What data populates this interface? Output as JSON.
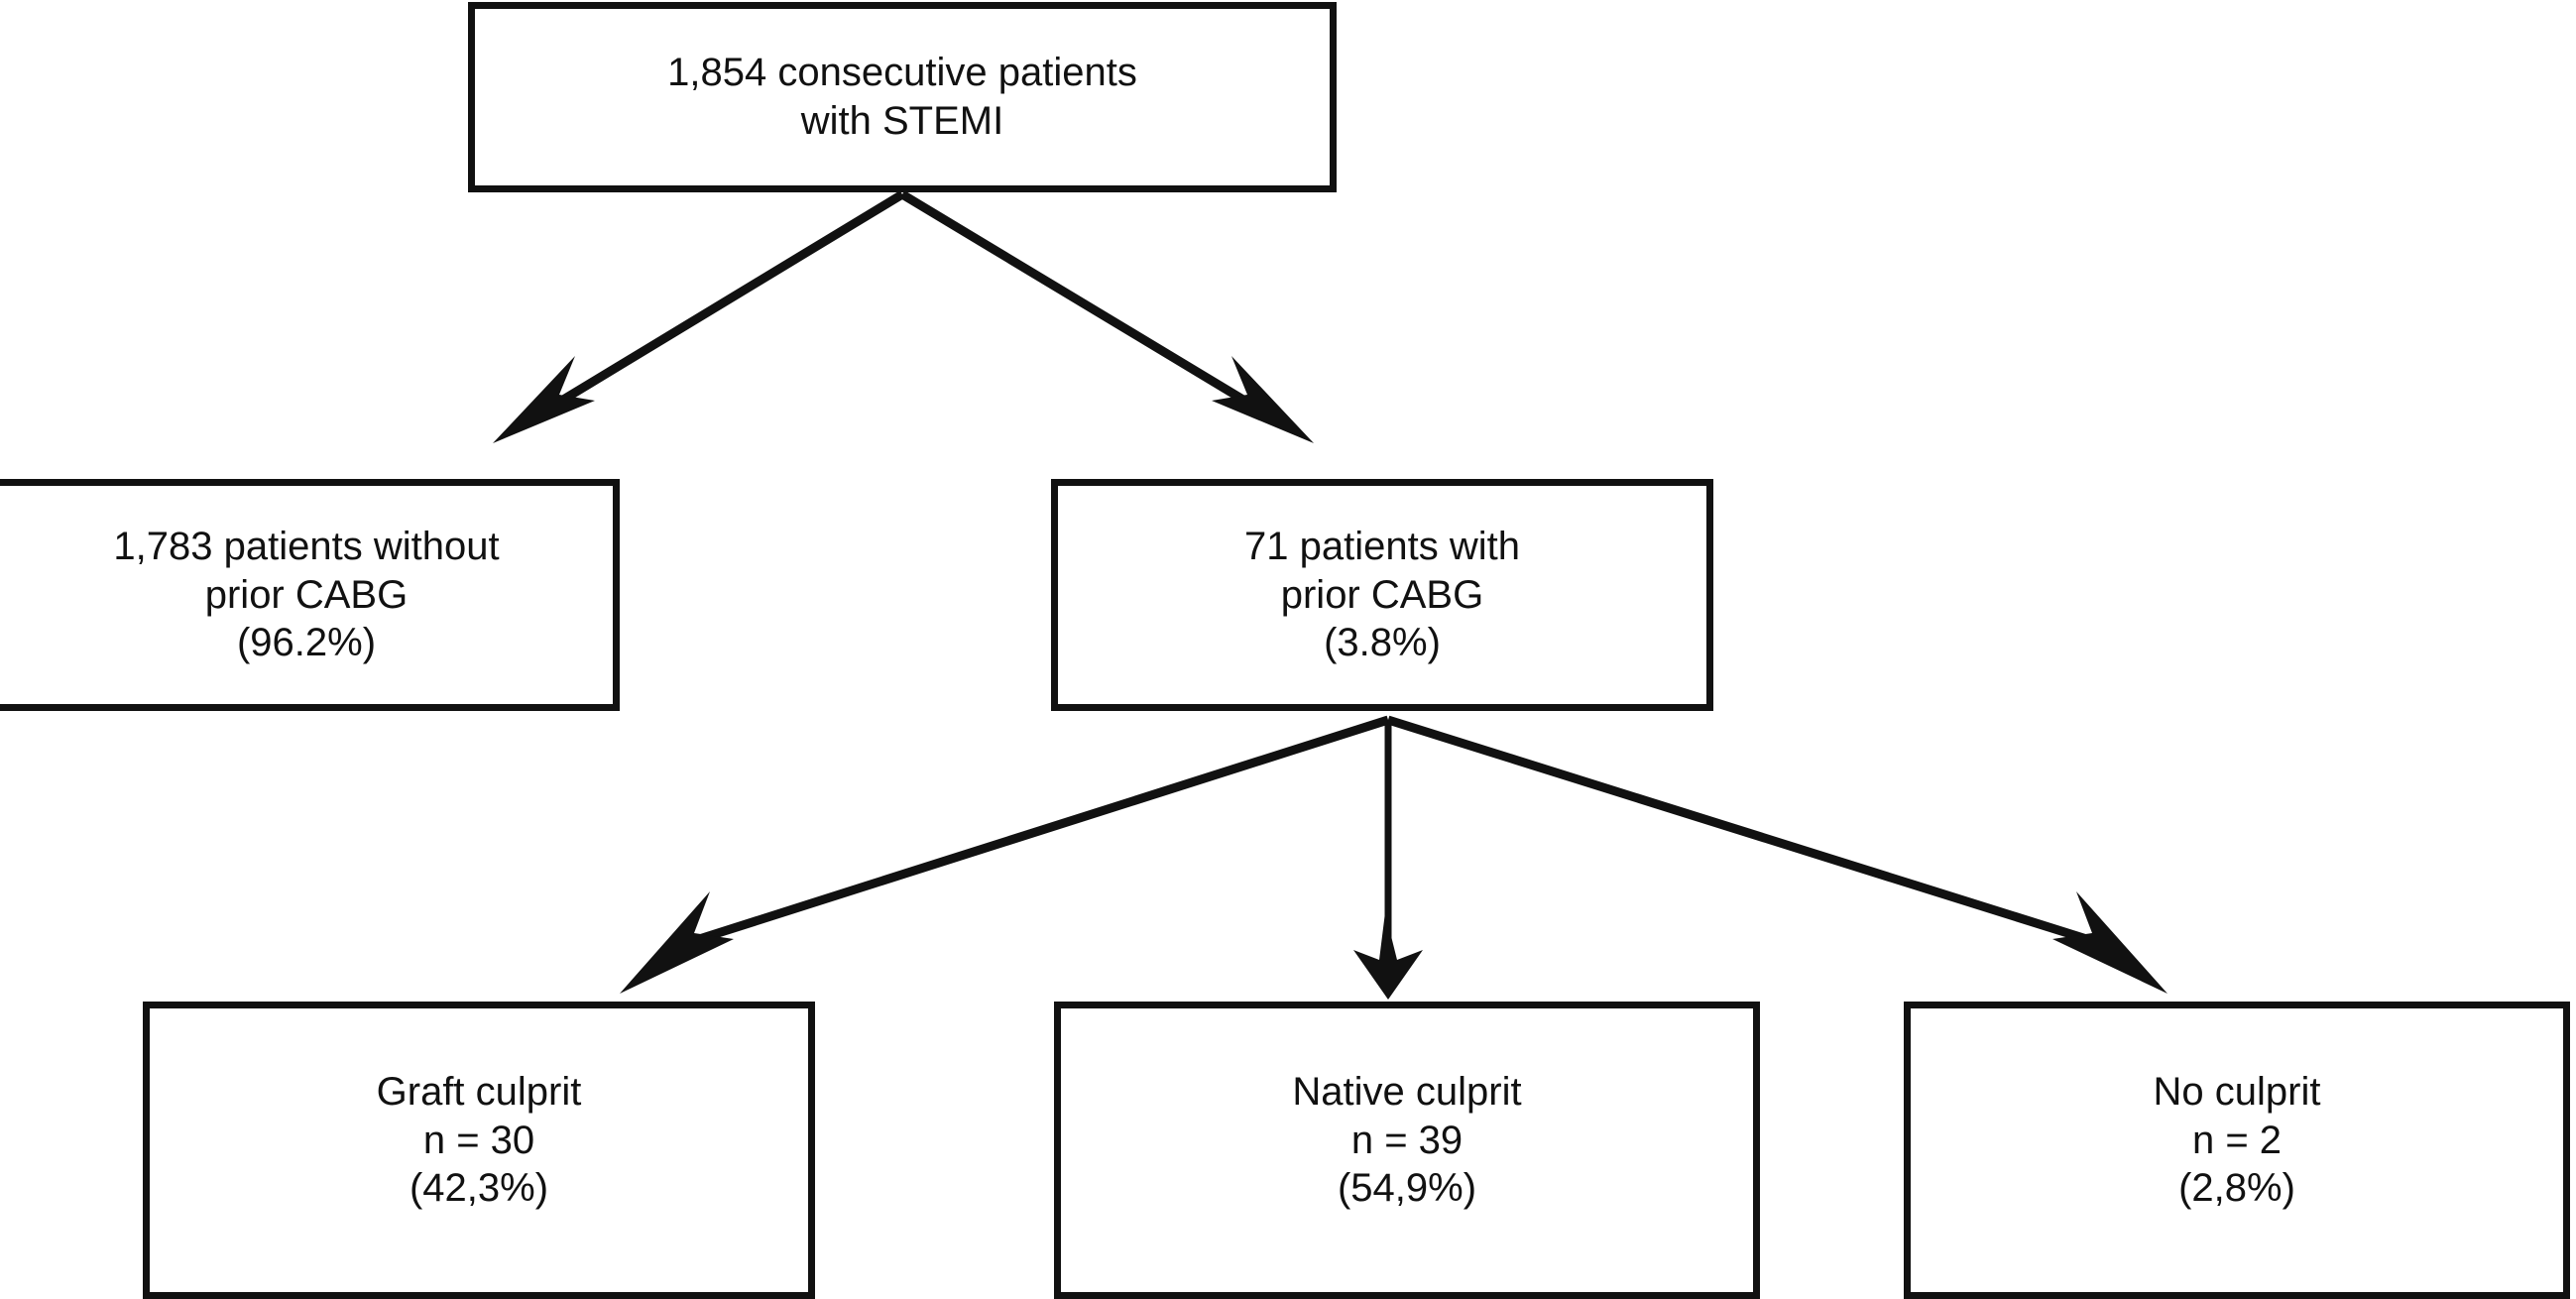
{
  "figure": {
    "type": "flowchart",
    "orientation": "top-down",
    "background_color": "#ffffff",
    "stroke_color": "#111111",
    "text_color": "#111111"
  },
  "nodes": [
    {
      "id": "total",
      "name": "total-cohort-box",
      "lines": [
        "1,854 consecutive patients",
        "with STEMI"
      ],
      "count": 1854,
      "label": "consecutive patients with STEMI",
      "percent": null
    },
    {
      "id": "no_prior_cabg",
      "name": "no-prior-cabg-box",
      "lines": [
        "1,783 patients without",
        "prior CABG",
        "(96.2%)"
      ],
      "count": 1783,
      "label": "patients without prior CABG",
      "percent": "96.2%"
    },
    {
      "id": "prior_cabg",
      "name": "prior-cabg-box",
      "lines": [
        "71 patients with",
        "prior CABG",
        "(3.8%)"
      ],
      "count": 71,
      "label": "patients with prior CABG",
      "percent": "3.8%"
    },
    {
      "id": "graft_culprit",
      "name": "graft-culprit-box",
      "lines": [
        "Graft culprit",
        "n = 30",
        "(42,3%)"
      ],
      "count": 30,
      "label": "Graft culprit",
      "percent": "42,3%"
    },
    {
      "id": "native_culprit",
      "name": "native-culprit-box",
      "lines": [
        "Native culprit",
        "n = 39",
        "(54,9%)"
      ],
      "count": 39,
      "label": "Native culprit",
      "percent": "54,9%"
    },
    {
      "id": "no_culprit",
      "name": "no-culprit-box",
      "lines": [
        "No culprit",
        "n = 2",
        "(2,8%)"
      ],
      "count": 2,
      "label": "No culprit",
      "percent": "2,8%"
    }
  ],
  "edges": [
    {
      "from": "total",
      "to": "no_prior_cabg",
      "arrow": "down-left"
    },
    {
      "from": "total",
      "to": "prior_cabg",
      "arrow": "down-right"
    },
    {
      "from": "prior_cabg",
      "to": "graft_culprit",
      "arrow": "down-left"
    },
    {
      "from": "prior_cabg",
      "to": "native_culprit",
      "arrow": "down"
    },
    {
      "from": "prior_cabg",
      "to": "no_culprit",
      "arrow": "down-right"
    }
  ],
  "boxes": {
    "total": {
      "l0": "1,854 consecutive patients",
      "l1": "with STEMI"
    },
    "no_prior_cabg": {
      "l0": "1,783 patients without",
      "l1": "prior CABG",
      "l2": "(96.2%)"
    },
    "prior_cabg": {
      "l0": "71 patients with",
      "l1": "prior CABG",
      "l2": "(3.8%)"
    },
    "graft_culprit": {
      "l0": "Graft culprit",
      "l1": "n = 30",
      "l2": "(42,3%)"
    },
    "native_culprit": {
      "l0": "Native culprit",
      "l1": "n = 39",
      "l2": "(54,9%)"
    },
    "no_culprit": {
      "l0": "No culprit",
      "l1": "n = 2",
      "l2": "(2,8%)"
    }
  }
}
